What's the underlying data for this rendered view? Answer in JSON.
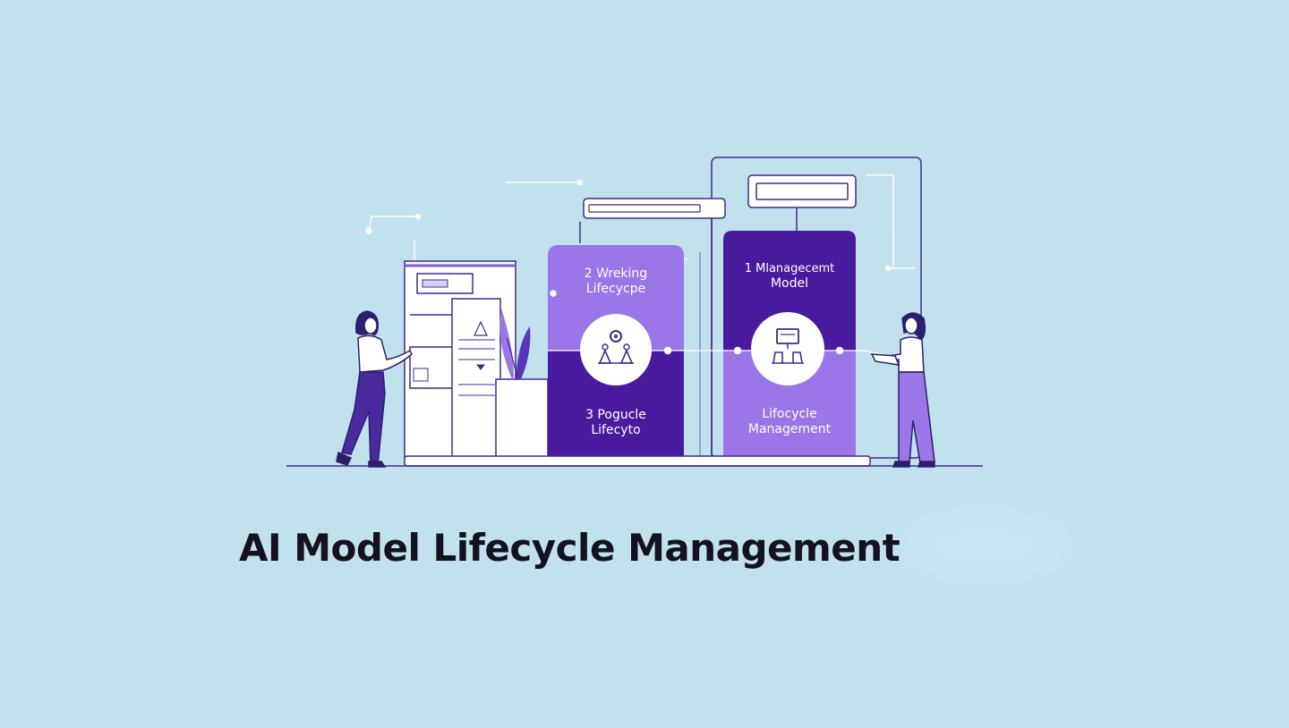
{
  "title": "AI Model Lifecycle Management",
  "cards": {
    "card1_top_line1": "2 Wreking",
    "card1_top_line2": "Lifecycpe",
    "card1_bottom_line1": "3 Pogucle",
    "card1_bottom_line2": "Lifecyto",
    "card2_top_line1": "1 Mlanagecemt",
    "card2_top_line2": "Model",
    "card2_bottom_line1": "Lifocycle",
    "card2_bottom_line2": "Management"
  },
  "colors": {
    "background": "#c1e1ed",
    "dark_purple": "#4a1a9e",
    "light_purple": "#9a76e8",
    "outline": "#3d2c8d",
    "title": "#14121f"
  }
}
